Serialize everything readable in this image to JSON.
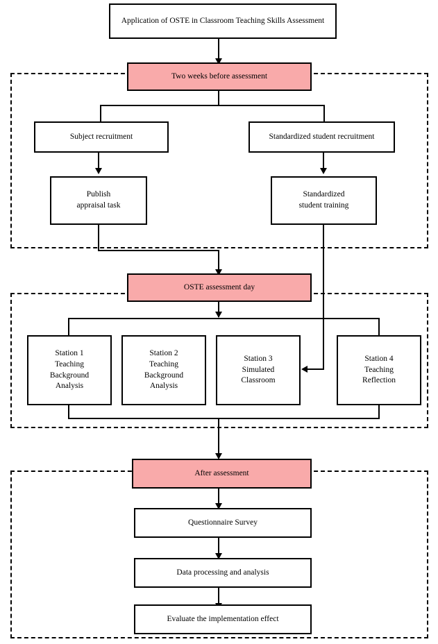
{
  "diagram": {
    "title_box": {
      "label": "Application of OSTE  in Classroom Teaching Skills Assessment"
    },
    "phases": [
      {
        "id": "phase-1",
        "banner": "Two weeks before assessment",
        "color": "#f9aaaa"
      },
      {
        "id": "phase-2",
        "banner": "OSTE assessment day",
        "color": "#f9aaaa"
      },
      {
        "id": "phase-3",
        "banner": "After assessment",
        "color": "#f9aaaa"
      }
    ],
    "phase1_nodes": [
      {
        "id": "subject-recruitment",
        "label": "Subject recruitment"
      },
      {
        "id": "standardized-student-recruitment",
        "label": "Standardized student recruitment"
      },
      {
        "id": "publish-appraisal-task",
        "label": "Publish\nappraisal task"
      },
      {
        "id": "standardized-student-training",
        "label": "Standardized\nstudent training"
      }
    ],
    "phase2_nodes": [
      {
        "id": "station-1",
        "label": "Station 1\nTeaching\nBackground\nAnalysis"
      },
      {
        "id": "station-2",
        "label": "Station 2\nTeaching\nBackground\nAnalysis"
      },
      {
        "id": "station-3",
        "label": "Station 3\nSimulated\nClassroom"
      },
      {
        "id": "station-4",
        "label": "Station 4\nTeaching\nReflection"
      }
    ],
    "phase3_nodes": [
      {
        "id": "questionnaire-survey",
        "label": "Questionnaire Survey"
      },
      {
        "id": "data-processing-and-analysis",
        "label": "Data processing and analysis"
      },
      {
        "id": "evaluate-the-implementation-effect",
        "label": "Evaluate the implementation effect"
      }
    ]
  }
}
